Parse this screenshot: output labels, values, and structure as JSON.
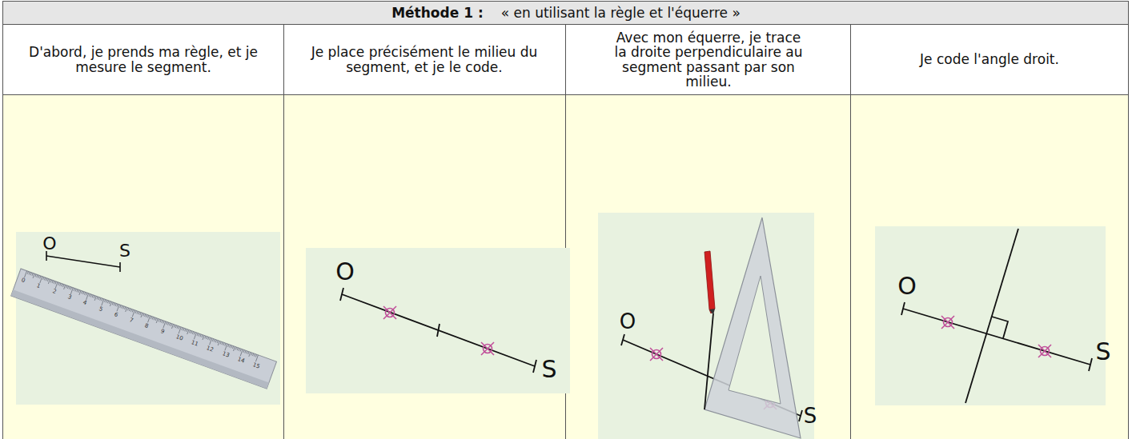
{
  "diagram": {
    "labels": [
      "Méthode 1 :",
      "« en utilisant la règle et l'équerre »",
      "D'abord, je prends ma règle, et je mesure le segment.",
      "Je place précisément le milieu du segment, et je le code.",
      "Avec mon équerre, je trace la droite perpendiculaire au segment passant par son milieu.",
      "Je code l'angle droit.",
      "O",
      "S",
      "O",
      "S",
      "O",
      "S",
      "O",
      "S",
      "0",
      "1",
      "2",
      "3",
      "4",
      "5",
      "6",
      "7",
      "8",
      "9",
      "10",
      "11",
      "12",
      "13",
      "14",
      "15"
    ]
  }
}
